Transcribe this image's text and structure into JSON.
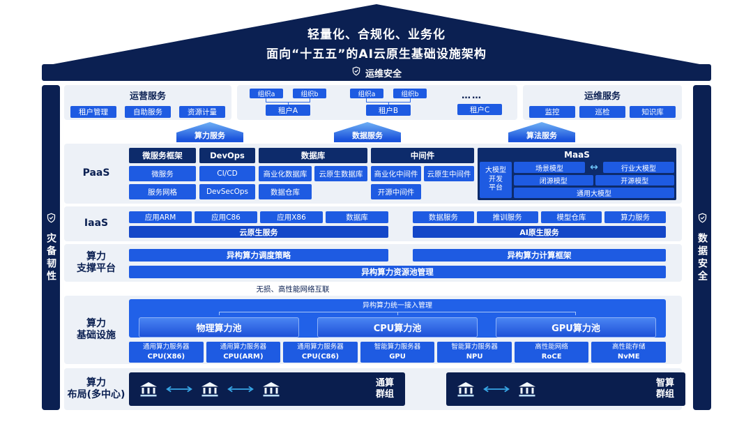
{
  "colors": {
    "navy": "#0B2052",
    "blue": "#1E5BE2",
    "deep_blue": "#0D2B6B",
    "bar_blue": "#1447C8",
    "container_blue": "#2161E8",
    "cyan": "#38A8E8",
    "panel_gray": "#EDF1F7"
  },
  "roof": {
    "line1": "轻量化、合规化、业务化",
    "line2": "面向“十五五”的AI云原生基础设施架构"
  },
  "top_bar": {
    "label": "运维安全"
  },
  "side_left": {
    "label": "灾备韧性"
  },
  "side_right": {
    "label": "数据安全"
  },
  "row_services": {
    "ops": {
      "title": "运营服务",
      "items": [
        "租户管理",
        "自助服务",
        "资源计量"
      ]
    },
    "tenants": {
      "group_a": {
        "orgs": [
          "组织a",
          "组织b"
        ],
        "tenant": "租户A"
      },
      "group_b": {
        "orgs": [
          "组织a",
          "组织b"
        ],
        "tenant": "租户B"
      },
      "ellipsis": "……",
      "tenant_c": "租户C"
    },
    "maint": {
      "title": "运维服务",
      "items": [
        "监控",
        "巡检",
        "知识库"
      ]
    }
  },
  "arrows": [
    "算力服务",
    "数据服务",
    "算法服务"
  ],
  "paas": {
    "label": "PaaS",
    "micro": {
      "title": "微服务框架",
      "items": [
        "微服务",
        "服务网格"
      ]
    },
    "devops": {
      "title": "DevOps",
      "items": [
        "CI/CD",
        "DevSecOps"
      ]
    },
    "db": {
      "title": "数据库",
      "row1": [
        "商业化数据库",
        "云原生数据库"
      ],
      "row2": "数据仓库"
    },
    "mw": {
      "title": "中间件",
      "row1": [
        "商业化中间件",
        "云原生中间件"
      ],
      "row2": "开源中间件"
    },
    "maas": {
      "title": "MaaS",
      "side": "大模型\n开发\n平台",
      "r1a": "场景模型",
      "r1b": "行业大模型",
      "r2a": "闭源模型",
      "r2b": "开源模型",
      "r3": "通用大模型"
    }
  },
  "iaas": {
    "label": "IaaS",
    "left_items": [
      "应用ARM",
      "应用C86",
      "应用X86",
      "数据库"
    ],
    "left_bar": "云原生服务",
    "right_items": [
      "数据服务",
      "推训服务",
      "模型仓库",
      "算力服务"
    ],
    "right_bar": "AI原生服务"
  },
  "support": {
    "label1": "算力",
    "label2": "支撑平台",
    "bar1": "异构算力调度策略",
    "bar2": "异构算力计算框架",
    "bar_full": "异构算力资源池管理"
  },
  "network_note": "无损、高性能网络互联",
  "infra": {
    "label1": "算力",
    "label2": "基础设施",
    "access": "异构算力统一接入管理",
    "pools": [
      "物理算力池",
      "CPU算力池",
      "GPU算力池"
    ],
    "servers": [
      {
        "t": "通用算力服务器",
        "b": "CPU(X86)"
      },
      {
        "t": "通用算力服务器",
        "b": "CPU(ARM)"
      },
      {
        "t": "通用算力服务器",
        "b": "CPU(C86)"
      },
      {
        "t": "智能算力服务器",
        "b": "GPU"
      },
      {
        "t": "智能算力服务器",
        "b": "NPU"
      },
      {
        "t": "高性能网络",
        "b": "RoCE"
      },
      {
        "t": "高性能存储",
        "b": "NvME"
      }
    ]
  },
  "layout": {
    "label1": "算力",
    "label2": "布局(多中心)",
    "group1": "通算\n群组",
    "group2": "智算\n群组"
  }
}
